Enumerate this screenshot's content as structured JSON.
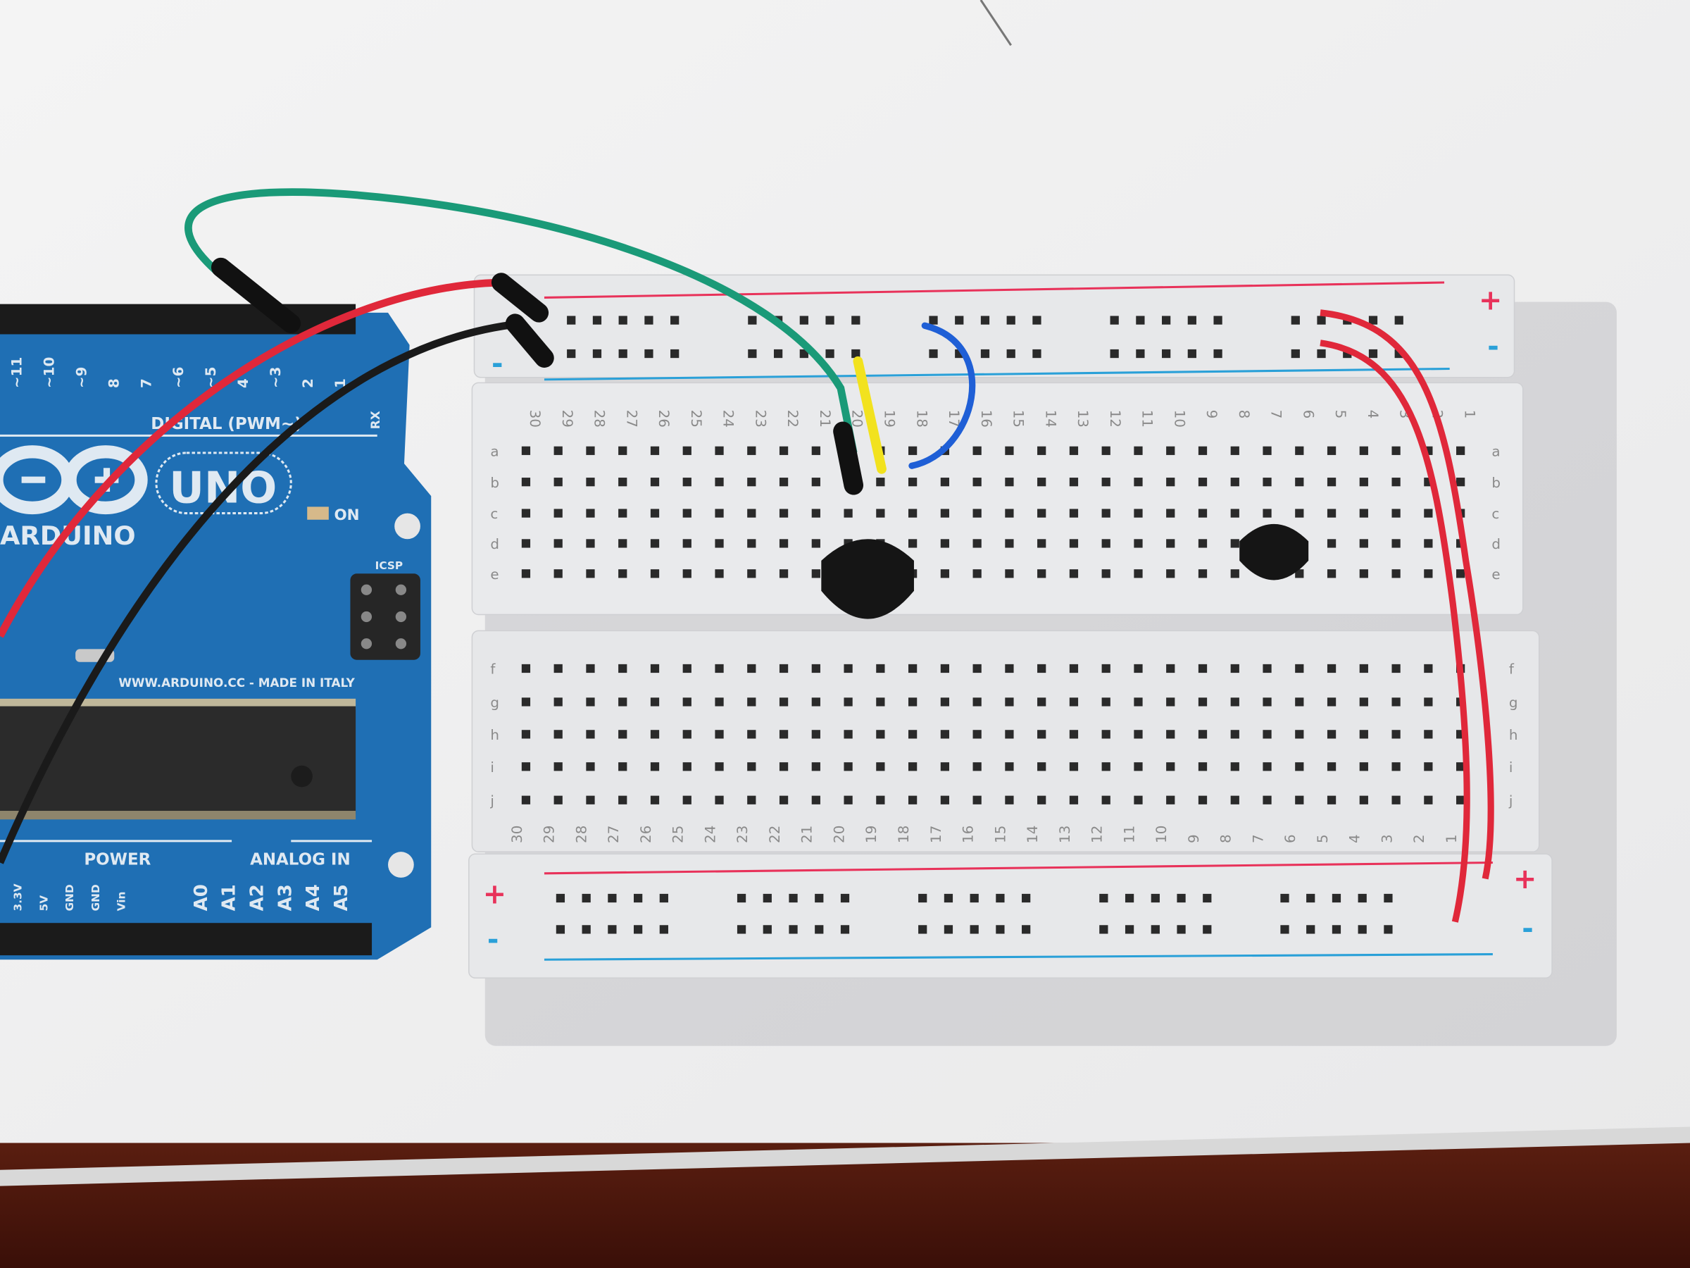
{
  "arduino": {
    "brand": "ARDUINO",
    "model": "UNO",
    "digital_header_label": "DIGITAL (PWM~)",
    "digital_pins": [
      "~11",
      "~10",
      "~9",
      "8",
      "7",
      "~6",
      "~5",
      "4",
      "~3",
      "2",
      "1"
    ],
    "tx_rx": "RX",
    "on_label": "ON",
    "icsp_label": "ICSP",
    "website": "WWW.ARDUINO.CC - MADE IN ITALY",
    "power_label": "POWER",
    "analog_label": "ANALOG IN",
    "power_pins": [
      "3.3V",
      "5V",
      "GND",
      "GND",
      "Vin"
    ],
    "analog_pins": [
      "A0",
      "A1",
      "A2",
      "A3",
      "A4",
      "A5"
    ],
    "board_color": "#1f6fb4"
  },
  "breadboard": {
    "column_numbers": [
      "30",
      "29",
      "28",
      "27",
      "26",
      "25",
      "24",
      "23",
      "22",
      "21",
      "20",
      "19",
      "18",
      "17",
      "16",
      "15",
      "14",
      "13",
      "12",
      "11",
      "10",
      "9",
      "8",
      "7",
      "6",
      "5",
      "4",
      "3",
      "2",
      "1"
    ],
    "top_rows": [
      "a",
      "b",
      "c",
      "d",
      "e"
    ],
    "bottom_rows": [
      "f",
      "g",
      "h",
      "i",
      "j"
    ],
    "plus_sign": "+",
    "minus_sign": "-",
    "plus_color": "#e8325a",
    "minus_color": "#2aa0d8"
  },
  "wires": {
    "green": "#1a9a78",
    "red": "#e0283a",
    "black": "#1a1a1a",
    "yellow": "#f2e21e",
    "blue": "#1f5fd6"
  }
}
